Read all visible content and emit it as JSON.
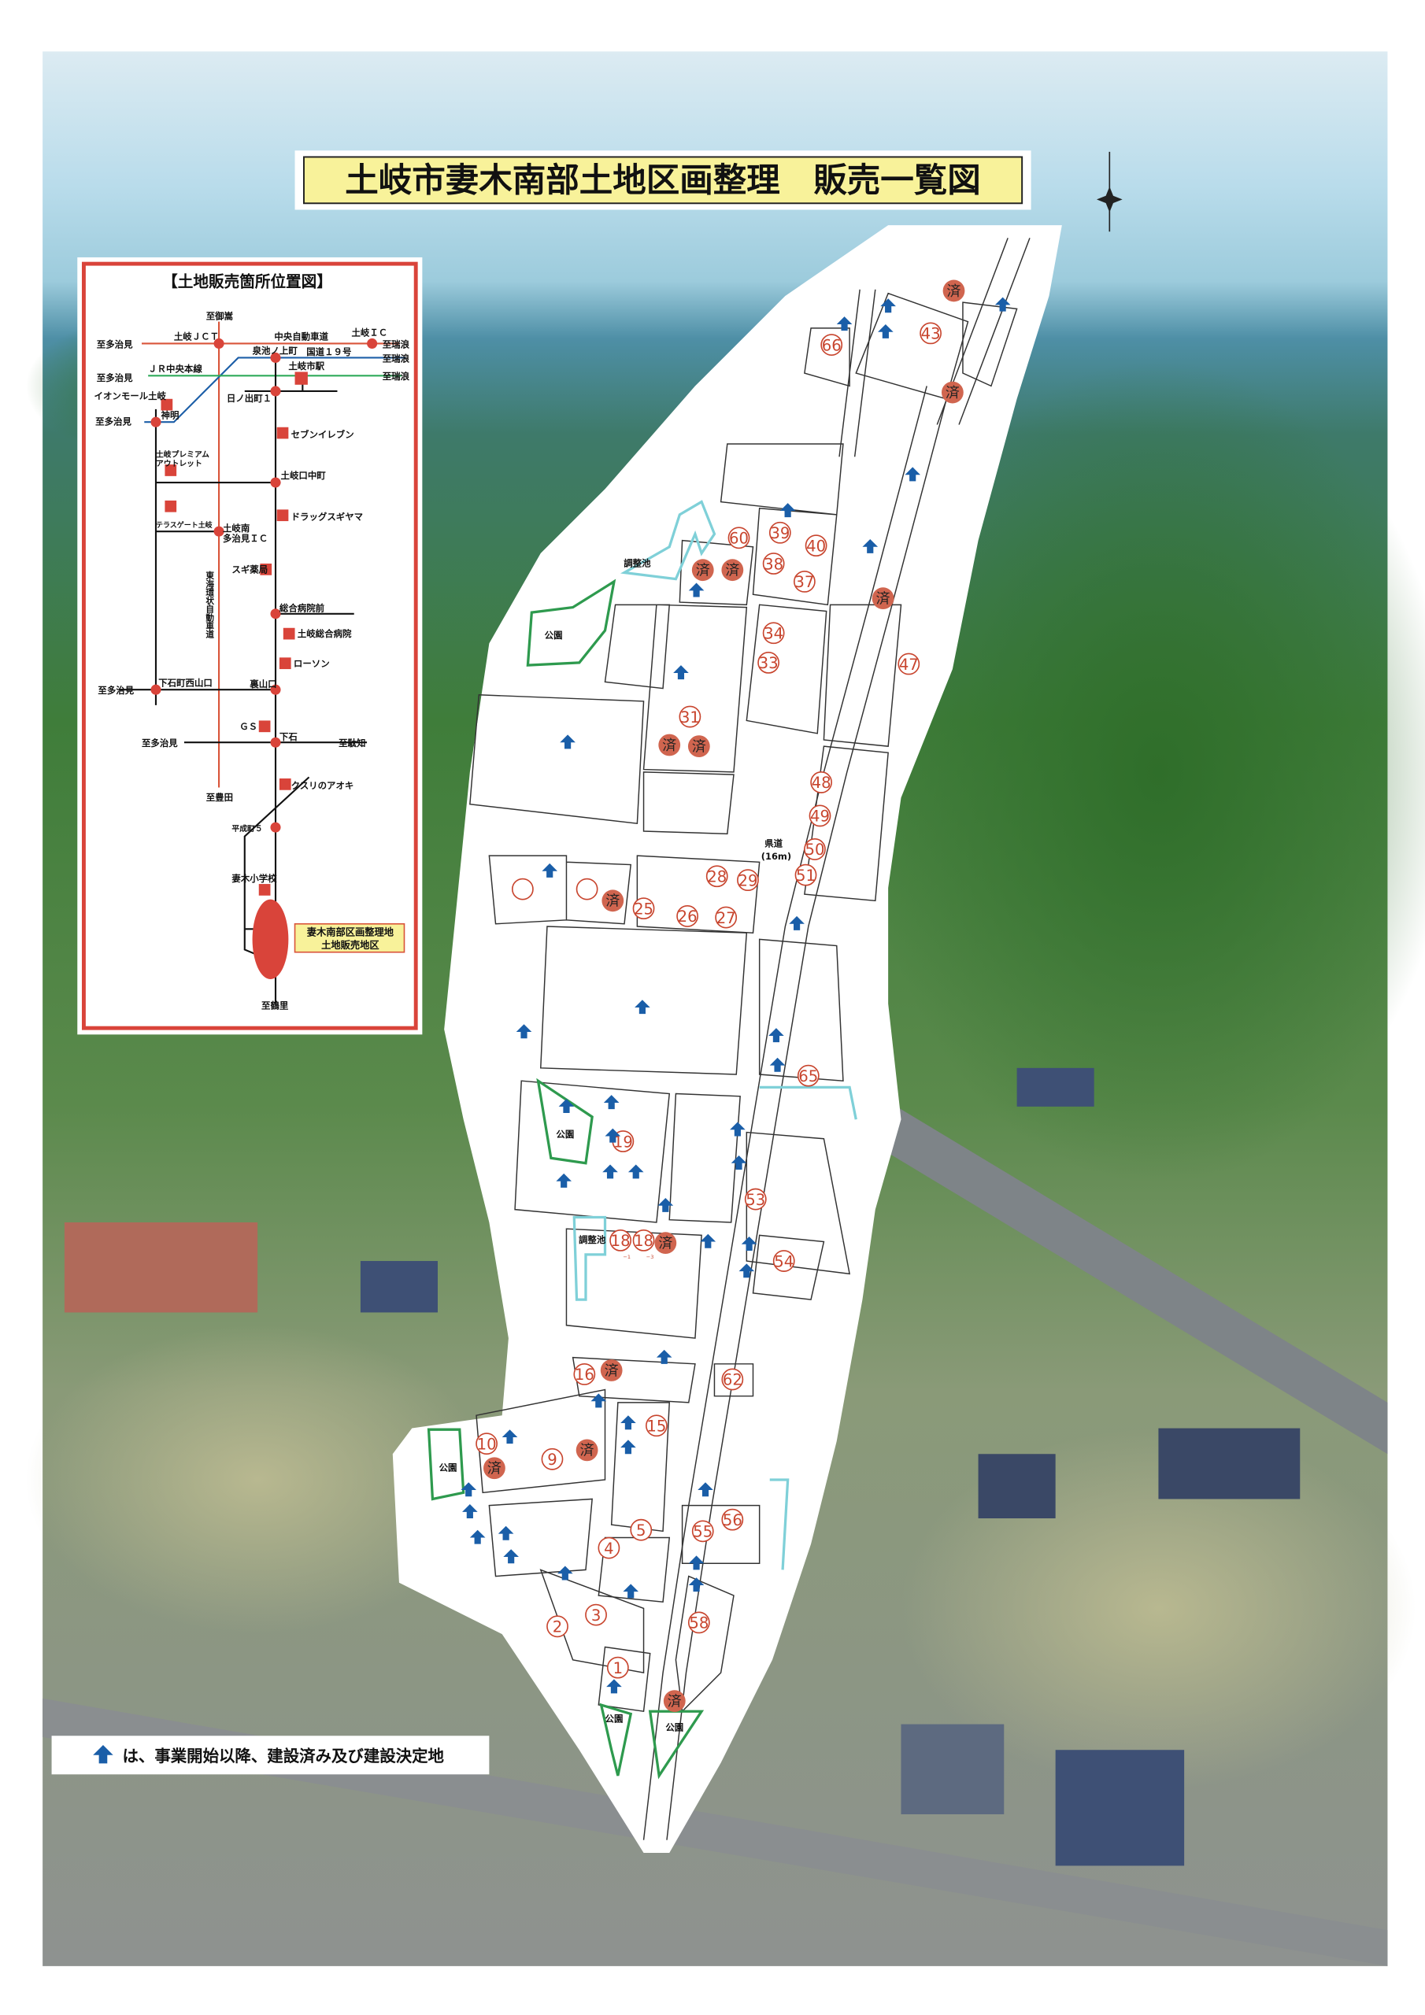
{
  "title": "土岐市妻木南部土地区画整理　販売一覧図",
  "inset": {
    "title": "【土地販売箇所位置図】",
    "labels": {
      "to_mitake": "至御嵩",
      "toki_jct": "土岐ＪＣＴ",
      "chuo_expressway": "中央自動車道",
      "toki_ic": "土岐ＩＣ",
      "to_mizunami": "至瑞浪",
      "to_tajimi": "至多治見",
      "higashiikenoue": "泉池ノ上町",
      "route19": "国道１９号",
      "jr_chuo_line": "ＪＲ中央本線",
      "toki_station": "土岐市駅",
      "hinodecho1": "日ノ出町１",
      "aeon_mall": "イオンモール土岐",
      "shinmei": "神明",
      "seven_eleven": "セブンイレブン",
      "premium_outlet_1": "土岐プレミアム",
      "premium_outlet_2": "アウトレット",
      "tokiguchinakamachi": "土岐口中町",
      "drug_sugiyama": "ドラッグスギヤマ",
      "terrace_gate": "テラスゲート土岐",
      "toki_minami_1": "土岐南",
      "toki_minami_2": "多治見ＩＣ",
      "sugi_pharmacy": "スギ薬局",
      "tokai_kanjo": "東海環状自動車道",
      "sogo_byoin_mae": "総合病院前",
      "toki_sogo_byoin": "土岐総合病院",
      "lawson": "ローソン",
      "oroshicho_nishiyamaguchi": "下石町西山口",
      "urayamaguchi": "裏山口",
      "gs": "ＧＳ",
      "oroshi": "下石",
      "to_dachi": "至駄知",
      "kusuri_no_aoki": "クスリのアオキ",
      "to_toyota": "至豊田",
      "heiseicho5": "平成町５",
      "tsumagi_elementary": "妻木小学校",
      "to_tsururi": "至鶴里"
    },
    "target_label_1": "妻木南部区画整理地",
    "target_label_2": "土地販売地区"
  },
  "map": {
    "park_label": "公園",
    "pond_label": "調整池",
    "road_label_1": "県道",
    "road_label_2": "(16m)",
    "sold_label": "済",
    "lots_for_sale": [
      "66",
      "43",
      "60",
      "39",
      "40",
      "38",
      "37",
      "34",
      "33",
      "47",
      "31",
      "48",
      "49",
      "50",
      "51",
      "28",
      "29",
      "25",
      "26",
      "27",
      "65",
      "19",
      "53",
      "18",
      "18",
      "54",
      "16",
      "62",
      "15",
      "10",
      "9",
      "5",
      "55",
      "56",
      "4",
      "3",
      "2",
      "58",
      "1"
    ],
    "lot_suffixes": [
      "−1",
      "−3"
    ]
  },
  "legend": {
    "text": "は、事業開始以降、建設済み及び建設決定地"
  },
  "colors": {
    "title_bg": "#f8f29a",
    "lot_number": "#c8452e",
    "sold_marker": "#d0654f",
    "built_arrow": "#1a5ea8",
    "park_outline": "#2e9a4e",
    "pond_outline": "#7fd0d8",
    "inset_border": "#d9443a"
  }
}
